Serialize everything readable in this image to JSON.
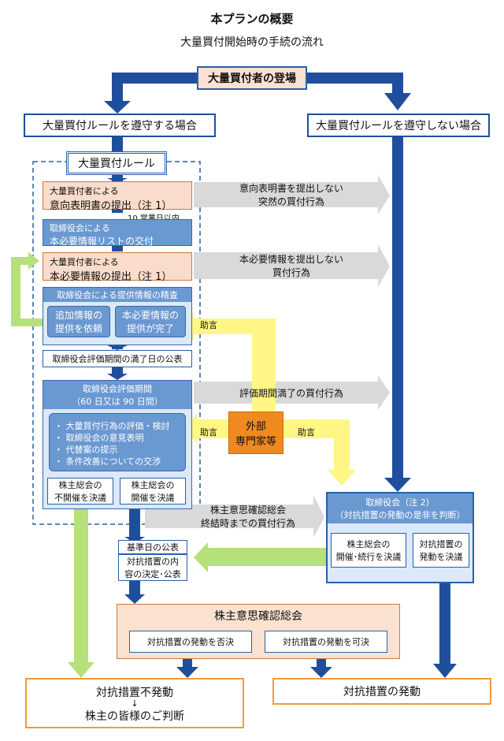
{
  "title": "本プランの概要",
  "subtitle": "大量買付開始時の手続の流れ",
  "nodes": {
    "appearance": "大量買付者の登場",
    "comply": "大量買付ルールを遵守する場合",
    "not_comply": "大量買付ルールを遵守しない場合",
    "rule_title": "大量買付ルール",
    "intent_line1": "大量買付者による",
    "intent_line2": "意向表明書の提出（注 1）",
    "ten_days": "10 営業日以内",
    "list_line1": "取締役会による",
    "list_line2": "本必要情報リストの交付",
    "info_line1": "大量買付者による",
    "info_line2": "本必要情報の提出（注 1）",
    "scrutiny_title": "取締役会による提供情報の精査",
    "request_more": "追加情報の\n提供を依頼",
    "info_complete": "本必要情報の\n提供が完了",
    "announce_end": "取締役会評価期間の満了日の公表",
    "eval_period_line1": "取締役会評価期間",
    "eval_period_line2": "（60 日又は 90 日間）",
    "eval_items": [
      "・ 大量買付行為の評価・検討",
      "・ 取締役会の意見表明",
      "・ 代替案の提示",
      "・ 条件改善についての交渉"
    ],
    "no_meeting": "株主総会の\n不開催を決議",
    "hold_meeting": "株主総会の\n開催を決議",
    "gray_intent": "意向表明書を提出しない\n突然の買付行為",
    "gray_info": "本必要情報を提出しない\n買付行為",
    "gray_eval": "評価期間満了の買付行為",
    "gray_meeting": "株主意思確認総会\n終結時までの買付行為",
    "advice": "助言",
    "expert": "外部\n専門家等",
    "board2_line1": "取締役会（注 2）",
    "board2_line2": "（対抗措置の発動の是非を判断）",
    "board2_hold": "株主総会の\n開催･続行を決議",
    "board2_invoke": "対抗措置の\n発動を決議",
    "record_date": "基準日の公表",
    "decide_measure": "対抗措置の内\n容の決定･公表",
    "meeting_title": "株主意思確認総会",
    "reject": "対抗措置の発動を否決",
    "approve": "対抗措置の発動を可決",
    "no_invoke": "対抗措置不発動",
    "arrow_down": "↓",
    "shareholders": "株主の皆様のご判断",
    "invoke": "対抗措置の発動"
  },
  "colors": {
    "arrow_blue": "#1f4f9c",
    "arrow_gray": "#d9d9d9",
    "arrow_yellow": "#fff685",
    "arrow_green": "#b6e07a",
    "orange_border": "#f29a3a"
  }
}
